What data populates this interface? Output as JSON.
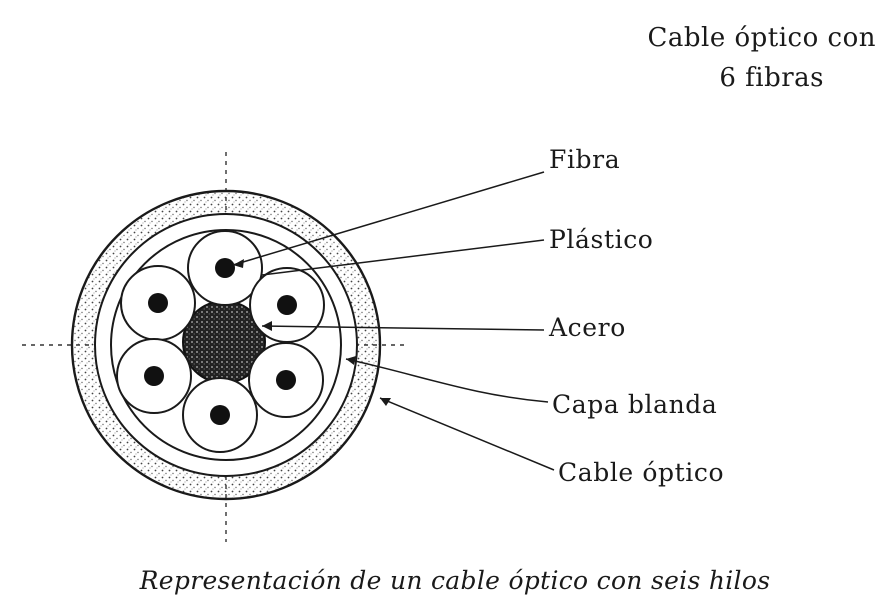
{
  "title": {
    "line1": "Cable óptico con",
    "line2": "6 fibras"
  },
  "labels": {
    "fibra": "Fibra",
    "plastico": "Plástico",
    "acero": "Acero",
    "capa_blanda": "Capa blanda",
    "cable_optico": "Cable óptico"
  },
  "caption": "Representación de un cable óptico con seis hilos",
  "colors": {
    "ink": "#1a1a1a",
    "paper": "#ffffff",
    "stipple": "#555555"
  }
}
